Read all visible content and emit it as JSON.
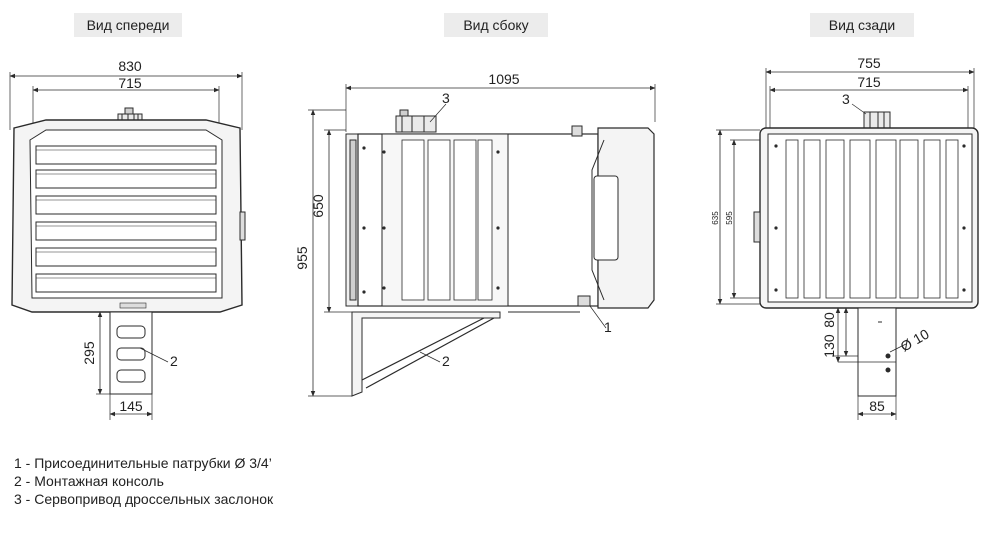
{
  "views": {
    "front": "Вид спереди",
    "side": "Вид сбоку",
    "rear": "Вид сзади"
  },
  "dims": {
    "front_width_total": "830",
    "front_width_inner": "715",
    "front_height_bracket": "295",
    "front_bracket_width": "145",
    "side_length": "1095",
    "side_height_total": "955",
    "side_height_body": "650",
    "rear_width_total": "755",
    "rear_width_inner": "715",
    "rear_height_outer": "635",
    "rear_height_inner": "595",
    "rear_hole_offset_1": "80",
    "rear_hole_offset_2": "130",
    "rear_hole_diameter": "Ø 10",
    "rear_bracket_width": "85"
  },
  "callouts": {
    "front_console": "2",
    "side_servo": "3",
    "side_connectors": "1",
    "side_console": "2",
    "rear_servo": "3"
  },
  "legend": [
    "1 - Присоединительные патрубки  Ø 3/4’",
    "2 - Монтажная консоль",
    "3 - Сервопривод дроссельных заслонок"
  ],
  "colors": {
    "line": "#2b2b2b",
    "fill_light": "#f4f4f4",
    "title_bg": "#ececec"
  }
}
